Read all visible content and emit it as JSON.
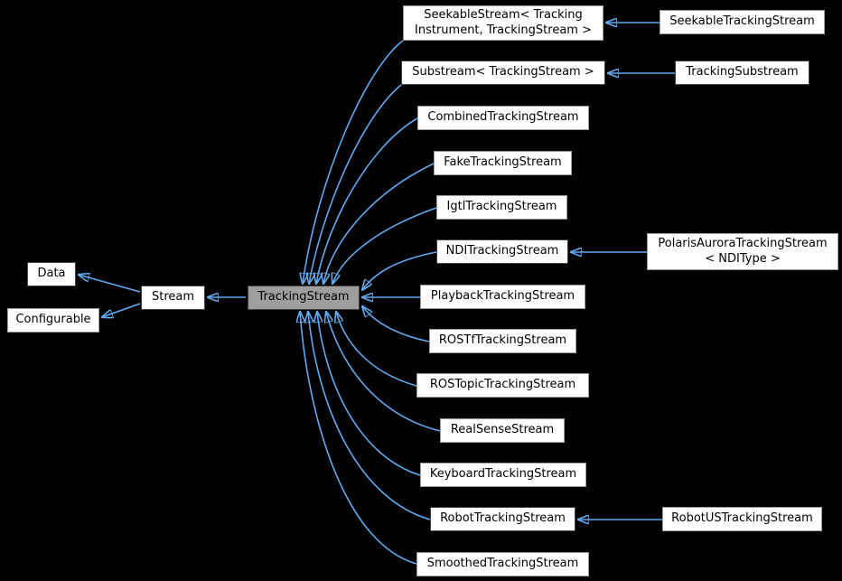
{
  "diagram": {
    "type": "class-inheritance-graph",
    "focus_class": "TrackingStream",
    "colors": {
      "background": "#000000",
      "arrow": "#63a9ee",
      "node_fill": "#ffffff",
      "node_border": "#9c9c9c",
      "node_border_strong": "#404040",
      "focus_node_fill": "#9e9e9e",
      "text": "#000000"
    }
  },
  "nodes": {
    "data": {
      "label": "Data"
    },
    "configurable": {
      "label": "Configurable"
    },
    "stream": {
      "label": "Stream"
    },
    "tracking_stream": {
      "label": "TrackingStream"
    },
    "seekable_stream": {
      "label": "SeekableStream< Tracking\nInstrument, TrackingStream >"
    },
    "substream": {
      "label": "Substream< TrackingStream >"
    },
    "combined_tracking_stream": {
      "label": "CombinedTrackingStream"
    },
    "fake_tracking_stream": {
      "label": "FakeTrackingStream"
    },
    "igtl_tracking_stream": {
      "label": "IgtlTrackingStream"
    },
    "ndi_tracking_stream": {
      "label": "NDITrackingStream"
    },
    "playback_tracking_stream": {
      "label": "PlaybackTrackingStream"
    },
    "rostf_tracking_stream": {
      "label": "ROSTfTrackingStream"
    },
    "rostopic_tracking_stream": {
      "label": "ROSTopicTrackingStream"
    },
    "realsense_stream": {
      "label": "RealSenseStream"
    },
    "keyboard_tracking_stream": {
      "label": "KeyboardTrackingStream"
    },
    "robot_tracking_stream": {
      "label": "RobotTrackingStream"
    },
    "smoothed_tracking_stream": {
      "label": "SmoothedTrackingStream"
    },
    "seekable_tracking_stream": {
      "label": "SeekableTrackingStream"
    },
    "tracking_substream": {
      "label": "TrackingSubstream"
    },
    "polaris_aurora_tracking_stream": {
      "label": "PolarisAuroraTrackingStream\n< NDIType >"
    },
    "robot_us_tracking_stream": {
      "label": "RobotUSTrackingStream"
    }
  },
  "edges": [
    {
      "derived": "Stream",
      "base": "Data"
    },
    {
      "derived": "Stream",
      "base": "Configurable"
    },
    {
      "derived": "TrackingStream",
      "base": "Stream"
    },
    {
      "derived": "SeekableStream< TrackingInstrument, TrackingStream >",
      "base": "TrackingStream"
    },
    {
      "derived": "Substream< TrackingStream >",
      "base": "TrackingStream"
    },
    {
      "derived": "CombinedTrackingStream",
      "base": "TrackingStream"
    },
    {
      "derived": "FakeTrackingStream",
      "base": "TrackingStream"
    },
    {
      "derived": "IgtlTrackingStream",
      "base": "TrackingStream"
    },
    {
      "derived": "NDITrackingStream",
      "base": "TrackingStream"
    },
    {
      "derived": "PlaybackTrackingStream",
      "base": "TrackingStream"
    },
    {
      "derived": "ROSTfTrackingStream",
      "base": "TrackingStream"
    },
    {
      "derived": "ROSTopicTrackingStream",
      "base": "TrackingStream"
    },
    {
      "derived": "RealSenseStream",
      "base": "TrackingStream"
    },
    {
      "derived": "KeyboardTrackingStream",
      "base": "TrackingStream"
    },
    {
      "derived": "RobotTrackingStream",
      "base": "TrackingStream"
    },
    {
      "derived": "SmoothedTrackingStream",
      "base": "TrackingStream"
    },
    {
      "derived": "SeekableTrackingStream",
      "base": "SeekableStream< TrackingInstrument, TrackingStream >"
    },
    {
      "derived": "TrackingSubstream",
      "base": "Substream< TrackingStream >"
    },
    {
      "derived": "PolarisAuroraTrackingStream< NDIType >",
      "base": "NDITrackingStream"
    },
    {
      "derived": "RobotUSTrackingStream",
      "base": "RobotTrackingStream"
    }
  ]
}
